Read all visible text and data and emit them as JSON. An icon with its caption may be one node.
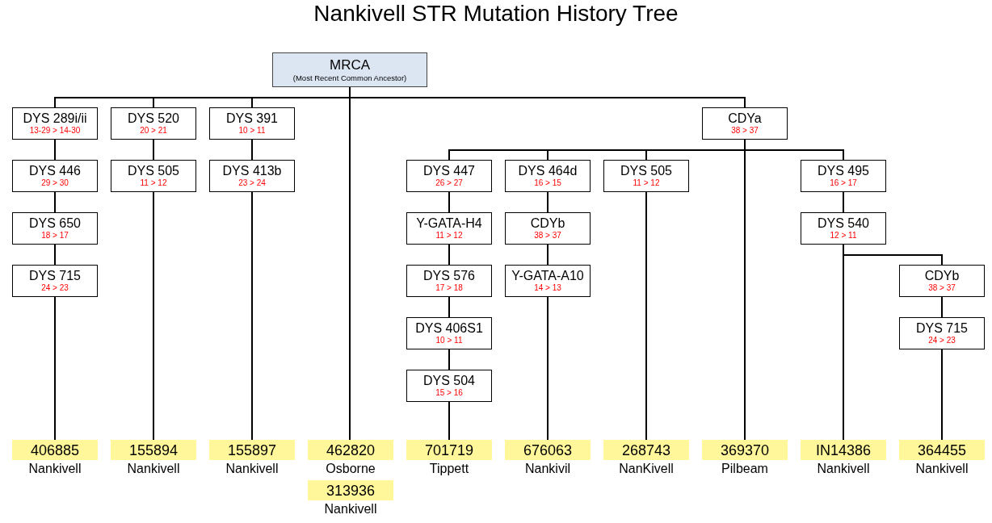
{
  "diagram": {
    "title": "Nankivell STR Mutation History Tree",
    "nodes": [
      {
        "text": [
          "MRCA",
          "(Most Recent Common Ancestor)"
        ]
      },
      {
        "text": [
          "DYS 289i/ii",
          "13-29 > 14-30"
        ]
      },
      {
        "text": [
          "DYS 446",
          "29 > 30"
        ]
      },
      {
        "text": [
          "DYS 650",
          "18 > 17"
        ]
      },
      {
        "text": [
          "DYS 715",
          "24 > 23"
        ]
      },
      {
        "text": [
          "DYS 520",
          "20 > 21"
        ]
      },
      {
        "text": [
          "DYS 505",
          "11 > 12"
        ]
      },
      {
        "text": [
          "DYS 391",
          "10 > 11"
        ]
      },
      {
        "text": [
          "DYS 413b",
          "23 > 24"
        ]
      },
      {
        "text": [
          "CDYa",
          "38 > 37"
        ]
      },
      {
        "text": [
          "DYS 447",
          "26 > 27"
        ]
      },
      {
        "text": [
          "Y-GATA-H4",
          "11 > 12"
        ]
      },
      {
        "text": [
          "DYS 576",
          "17 > 18"
        ]
      },
      {
        "text": [
          "DYS 406S1",
          "10 > 11"
        ]
      },
      {
        "text": [
          "DYS 504",
          "15 > 16"
        ]
      },
      {
        "text": [
          "DYS 464d",
          "16 > 15"
        ]
      },
      {
        "text": [
          "CDYb",
          "38 > 37"
        ]
      },
      {
        "text": [
          "Y-GATA-A10",
          "14 > 13"
        ]
      },
      {
        "text": [
          "DYS 505",
          "11 > 12"
        ]
      },
      {
        "text": [
          "DYS 495",
          "16 > 17"
        ]
      },
      {
        "text": [
          "DYS 540",
          "12 > 11"
        ]
      },
      {
        "text": [
          "CDYb",
          "38 > 37"
        ]
      },
      {
        "text": [
          "DYS 715",
          "24 > 23"
        ]
      },
      {
        "text": [
          "406885"
        ],
        "beside": [
          "Nankivell"
        ]
      },
      {
        "text": [
          "155894"
        ],
        "beside": [
          "Nankivell"
        ]
      },
      {
        "text": [
          "155897"
        ],
        "beside": [
          "Nankivell"
        ]
      },
      {
        "text": [
          "462820"
        ],
        "beside": [
          "Osborne"
        ]
      },
      {
        "text": [
          "313936"
        ],
        "beside": [
          "Nankivell"
        ]
      },
      {
        "text": [
          "701719"
        ],
        "beside": [
          "Tippett"
        ]
      },
      {
        "text": [
          "676063"
        ],
        "beside": [
          "Nankivil"
        ]
      },
      {
        "text": [
          "268743"
        ],
        "beside": [
          "NanKivell"
        ]
      },
      {
        "text": [
          "369370"
        ],
        "beside": [
          "Pilbeam"
        ]
      },
      {
        "text": [
          "IN14386"
        ],
        "beside": [
          "Nankivell"
        ]
      },
      {
        "text": [
          "364455"
        ],
        "beside": [
          "Nankivell"
        ]
      }
    ],
    "edges": [
      {
        "from": 0,
        "to": 1,
        "arrow": "none"
      },
      {
        "from": 0,
        "to": 5,
        "arrow": "none"
      },
      {
        "from": 0,
        "to": 7,
        "arrow": "none"
      },
      {
        "from": 0,
        "to": 26,
        "arrow": "none"
      },
      {
        "from": 0,
        "to": 9,
        "arrow": "none"
      },
      {
        "from": 1,
        "to": 2,
        "arrow": "none"
      },
      {
        "from": 2,
        "to": 3,
        "arrow": "none"
      },
      {
        "from": 3,
        "to": 4,
        "arrow": "none"
      },
      {
        "from": 4,
        "to": 23,
        "arrow": "none"
      },
      {
        "from": 5,
        "to": 6,
        "arrow": "none"
      },
      {
        "from": 6,
        "to": 24,
        "arrow": "none"
      },
      {
        "from": 7,
        "to": 8,
        "arrow": "none"
      },
      {
        "from": 8,
        "to": 25,
        "arrow": "none"
      },
      {
        "from": 9,
        "to": 10,
        "arrow": "none"
      },
      {
        "from": 9,
        "to": 15,
        "arrow": "none"
      },
      {
        "from": 9,
        "to": 18,
        "arrow": "none"
      },
      {
        "from": 9,
        "to": 31,
        "arrow": "none"
      },
      {
        "from": 9,
        "to": 19,
        "arrow": "none"
      },
      {
        "from": 10,
        "to": 11,
        "arrow": "none"
      },
      {
        "from": 11,
        "to": 12,
        "arrow": "none"
      },
      {
        "from": 12,
        "to": 13,
        "arrow": "none"
      },
      {
        "from": 13,
        "to": 14,
        "arrow": "none"
      },
      {
        "from": 14,
        "to": 28,
        "arrow": "none"
      },
      {
        "from": 15,
        "to": 16,
        "arrow": "none"
      },
      {
        "from": 16,
        "to": 17,
        "arrow": "none"
      },
      {
        "from": 17,
        "to": 29,
        "arrow": "none"
      },
      {
        "from": 18,
        "to": 30,
        "arrow": "none"
      },
      {
        "from": 19,
        "to": 20,
        "arrow": "none"
      },
      {
        "from": 20,
        "to": 32,
        "arrow": "none"
      },
      {
        "from": 20,
        "to": 21,
        "arrow": "none"
      },
      {
        "from": 21,
        "to": 22,
        "arrow": "none"
      },
      {
        "from": 22,
        "to": 33,
        "arrow": "none"
      }
    ]
  }
}
